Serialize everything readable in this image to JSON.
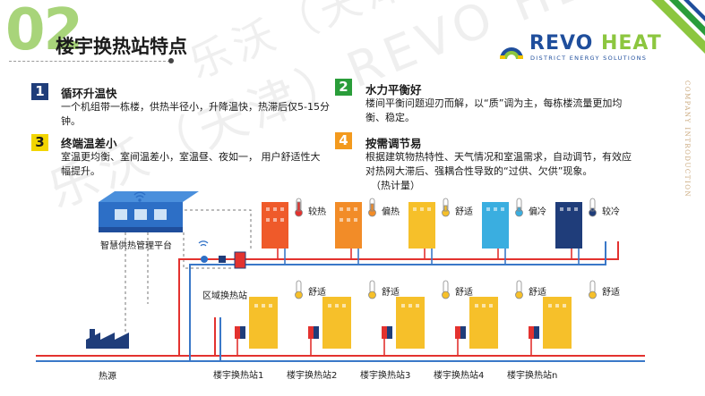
{
  "header": {
    "number": "02",
    "title": "楼宇换热站特点"
  },
  "logo": {
    "name_part1": "REVO",
    "name_part2": "HEAT",
    "subtitle": "DISTRICT ENERGY SOLUTIONS"
  },
  "side_text": "COMPANY INTRODUCTION",
  "watermark": {
    "line1": "乐沃（天津）REVO HEAT",
    "line2": "乐沃（天津）REVO HEAT"
  },
  "features": [
    {
      "number": "1",
      "title": "循环升温快",
      "body": "一个机组带一栋楼，供热半径小，升降温快，热滞后仅5-15分钟。",
      "color": "#1f3d7a"
    },
    {
      "number": "2",
      "title": "水力平衡好",
      "body": "楼间平衡问题迎刃而解，以“质”调为主，每栋楼流量更加均衡、稳定。",
      "color": "#2a9d3a"
    },
    {
      "number": "3",
      "title": "终端温差小",
      "body": "室温更均衡、室间温差小，室温昼、夜如一，  用户舒适性大幅提升。",
      "color": "#f2d500"
    },
    {
      "number": "4",
      "title": "按需调节易",
      "body": "根据建筑物热特性、天气情况和室温需求，自动调节，有效应对热网大滞后、强耦合性导致的“过供、欠供”现象。",
      "body_extra": "（热计量）",
      "color": "#f39a1e"
    }
  ],
  "diagram": {
    "platform_label": "智慧供热管理平台",
    "district_station_label": "区域换热站",
    "heat_source_label": "热源",
    "top_buildings": [
      {
        "label": "较热",
        "color": "#ef5a2a"
      },
      {
        "label": "偏热",
        "color": "#f28c28"
      },
      {
        "label": "舒适",
        "color": "#f6c02a"
      },
      {
        "label": "偏冷",
        "color": "#3aaee0"
      },
      {
        "label": "较冷",
        "color": "#1f3d7a"
      }
    ],
    "bottom_buildings": [
      {
        "label": "舒适"
      },
      {
        "label": "舒适"
      },
      {
        "label": "舒适"
      },
      {
        "label": "舒适"
      },
      {
        "label": "舒适"
      }
    ],
    "building_stations": [
      "楼宇换热站1",
      "楼宇换热站2",
      "楼宇换热站3",
      "楼宇换热站4",
      "楼宇换热站n"
    ],
    "colors": {
      "supply_pipe": "#e3322f",
      "return_pipe": "#3a78c8",
      "comfort_building": "#f6c02a",
      "platform": "#2d6fc6",
      "accent_green": "#8cc63f"
    }
  }
}
